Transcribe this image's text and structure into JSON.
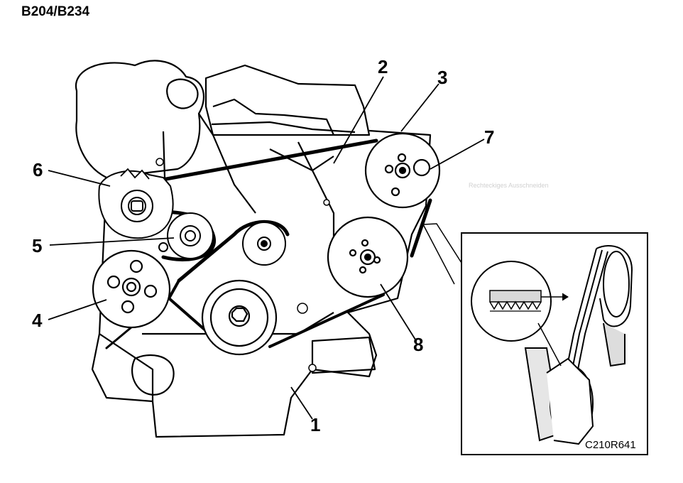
{
  "title": "B204/B234",
  "callouts": {
    "c1": "1",
    "c2": "2",
    "c3": "3",
    "c4": "4",
    "c5": "5",
    "c6": "6",
    "c7": "7",
    "c8": "8"
  },
  "faint_text": "Rechteckiges Ausschneiden",
  "figure_ref": "C210R641",
  "colors": {
    "ink": "#000000",
    "paper": "#ffffff",
    "belt": "#000000"
  }
}
